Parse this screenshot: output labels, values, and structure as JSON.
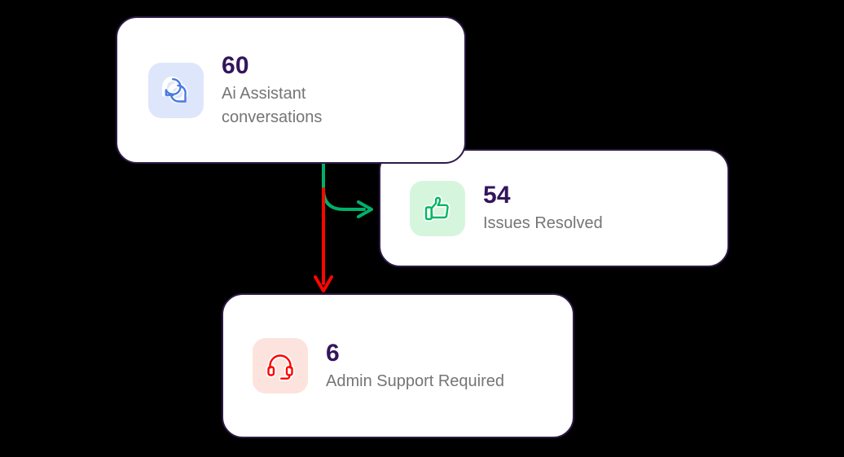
{
  "background_color": "#000000",
  "cards": [
    {
      "id": "ai-assistant-conversations",
      "value": "60",
      "label": "Ai Assistant conversations",
      "icon": "chat-bubbles-icon",
      "icon_color": "#4a7ae0",
      "tile_color": "#dde6fb",
      "value_color": "#33155c",
      "label_color": "#757575"
    },
    {
      "id": "issues-resolved",
      "value": "54",
      "label": "Issues Resolved",
      "icon": "thumbs-up-icon",
      "icon_color": "#00b764",
      "tile_color": "#d6f5dd",
      "value_color": "#33155c",
      "label_color": "#757575"
    },
    {
      "id": "admin-support-required",
      "value": "6",
      "label": "Admin Support Required",
      "icon": "headset-icon",
      "icon_color": "#fb0600",
      "tile_color": "#fde3dd",
      "value_color": "#33155c",
      "label_color": "#757575"
    }
  ],
  "connectors": [
    {
      "id": "resolved-flow",
      "from": "ai-assistant-conversations",
      "to": "issues-resolved",
      "color": "#00b06a",
      "direction": "right"
    },
    {
      "id": "escalation-flow",
      "from": "ai-assistant-conversations",
      "to": "admin-support-required",
      "color": "#fb0600",
      "direction": "down"
    }
  ],
  "card_border_color": "#2e1a47",
  "card_background": "#ffffff"
}
